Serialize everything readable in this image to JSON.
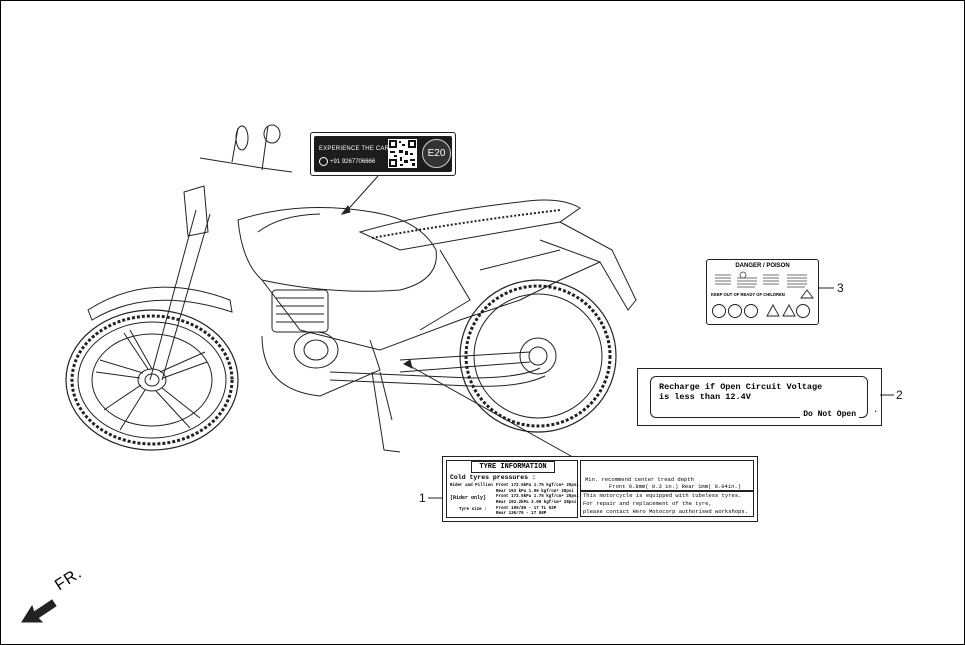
{
  "e20_label": {
    "line1": "EXPERIENCE THE CARE",
    "phone": "+91 9267706666",
    "badge": "E20"
  },
  "danger_label": {
    "title": "DANGER / POISON",
    "warning": "KEEP OUT OF READY OF CHILDREN"
  },
  "battery_label": {
    "line1": "Recharge if Open Circuit Voltage",
    "line2": "is less than 12.4V",
    "do_not_open": "Do Not Open",
    "dot": "."
  },
  "tyre_label": {
    "title": "TYRE INFORMATION",
    "cold_heading": "Cold tyres pressures :",
    "rider_pillion": "Rider and Pillion",
    "rider_pillion_front": "Front 172.5kPa  1.75 kgf/cm² 25psi",
    "rider_pillion_rear": "Rear 193 kPa  1.96 kgf/cm² 28psi",
    "rider_only": "[Rider only]",
    "rider_only_front": "Front 172.5kPa  1.75 kgf/cm² 25psi",
    "rider_only_rear": "Rear 193.2kPa  2.00 kgf/cm² 28psi",
    "tyre_size": "Tyre size :",
    "size_front": "Front 100/80 - 17 TL 52P",
    "size_rear": "Rear 130/70 - 17  58P",
    "tread_heading": "Min. recommend center tread depth",
    "tread_values": "Front 0.8mm( 0.3 in.)    Rear 1mm( 0.04in.)",
    "tubeless_1": "This motorcycle is equipped with tubeless tyres.",
    "tubeless_2": "For repair and replacement of the tyre,",
    "tubeless_3": "please contact Hero Motocorp authorised workshops."
  },
  "callouts": {
    "c1": "1",
    "c2": "2",
    "c3": "3"
  },
  "direction": {
    "label": "FR."
  }
}
